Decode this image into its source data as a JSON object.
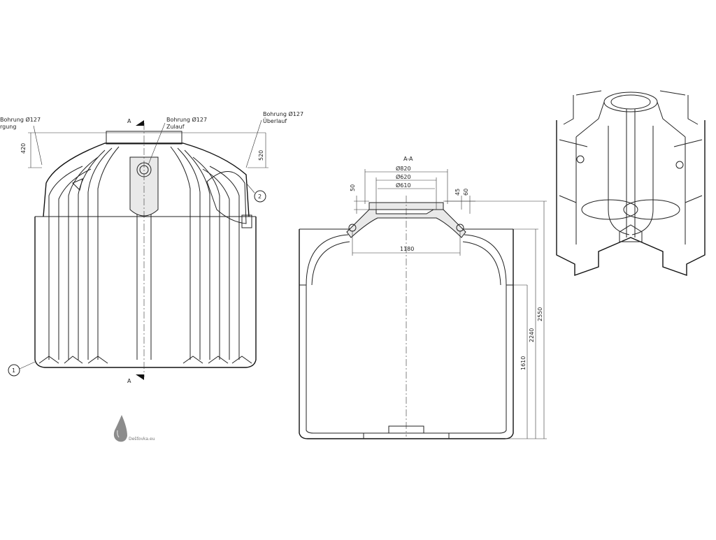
{
  "front_view": {
    "callout_left": {
      "line1": "Bohrung Ø127",
      "line2": "rgung"
    },
    "callout_center": {
      "line1": "Bohrung Ø127",
      "line2": "Zulauf"
    },
    "callout_right": {
      "line1": "Bohrung Ø127",
      "line2": "Überlauf"
    },
    "dim_420": "420",
    "dim_520": "520",
    "section_mark_top": "A",
    "section_mark_bottom": "A",
    "balloon_1": "1",
    "balloon_2": "2"
  },
  "section_view": {
    "title": "A-A",
    "dim_d820": "Ø820",
    "dim_d620": "Ø620",
    "dim_d610": "Ø610",
    "dim_50": "50",
    "dim_45": "45",
    "dim_60": "60",
    "dim_1180": "1180",
    "dim_1610": "1610",
    "dim_2240": "2240",
    "dim_2550": "2550"
  },
  "logo": {
    "text": "Dešťovka.eu",
    "color": "#777777"
  }
}
